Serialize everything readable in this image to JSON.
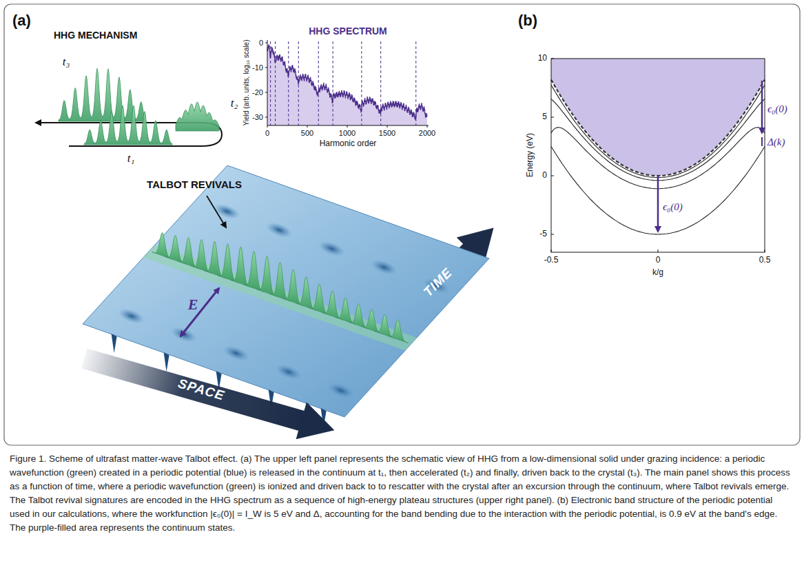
{
  "diagram": {
    "caption": "Figure 1. Scheme of ultrafast matter-wave Talbot effect. (a) The upper left panel represents the schematic view of HHG from a low-dimensional solid under grazing incidence: a periodic wavefunction (green) created in a periodic potential (blue) is released in the continuum at t₁, then accelerated (t₂) and finally, driven back to the crystal (t₃). The main panel shows this process as a function of time, where a periodic wavefunction (green) is ionized and driven back to to rescatter with the crystal after an excursion through the continuum, where Talbot revivals emerge. The Talbot revival signatures are encoded in the HHG spectrum as a sequence of high-energy plateau structures (upper right panel). (b) Electronic band structure of the periodic potential used in our calculations, where the workfunction |ϵ₀(0)| = I_W is 5 eV and Δ, accounting for the band bending due to the interaction with the periodic potential, is 0.9 eV at the band's edge. The purple-filled area represents the continuum states.",
    "labels": [
      "(a)",
      "HHG MECHANISM",
      "t₃",
      "t₂",
      "t₁",
      "HHG SPECTRUM",
      "0",
      "-10",
      "-20",
      "-30",
      "Yield (arb. units, log₁₀ scale)",
      "0",
      "500",
      "1000",
      "1500",
      "2000",
      "Harmonic order",
      "TALBOT REVIVALS",
      "E",
      "SPACE",
      "TIME",
      "(b)",
      "10",
      "5",
      "0",
      "-5",
      "Energy (eV)",
      "-0.5",
      "0",
      "0.5",
      "k/g",
      "ϵ₀(0)",
      "Δ(k)",
      "ϵ₀(0)"
    ]
  }
}
